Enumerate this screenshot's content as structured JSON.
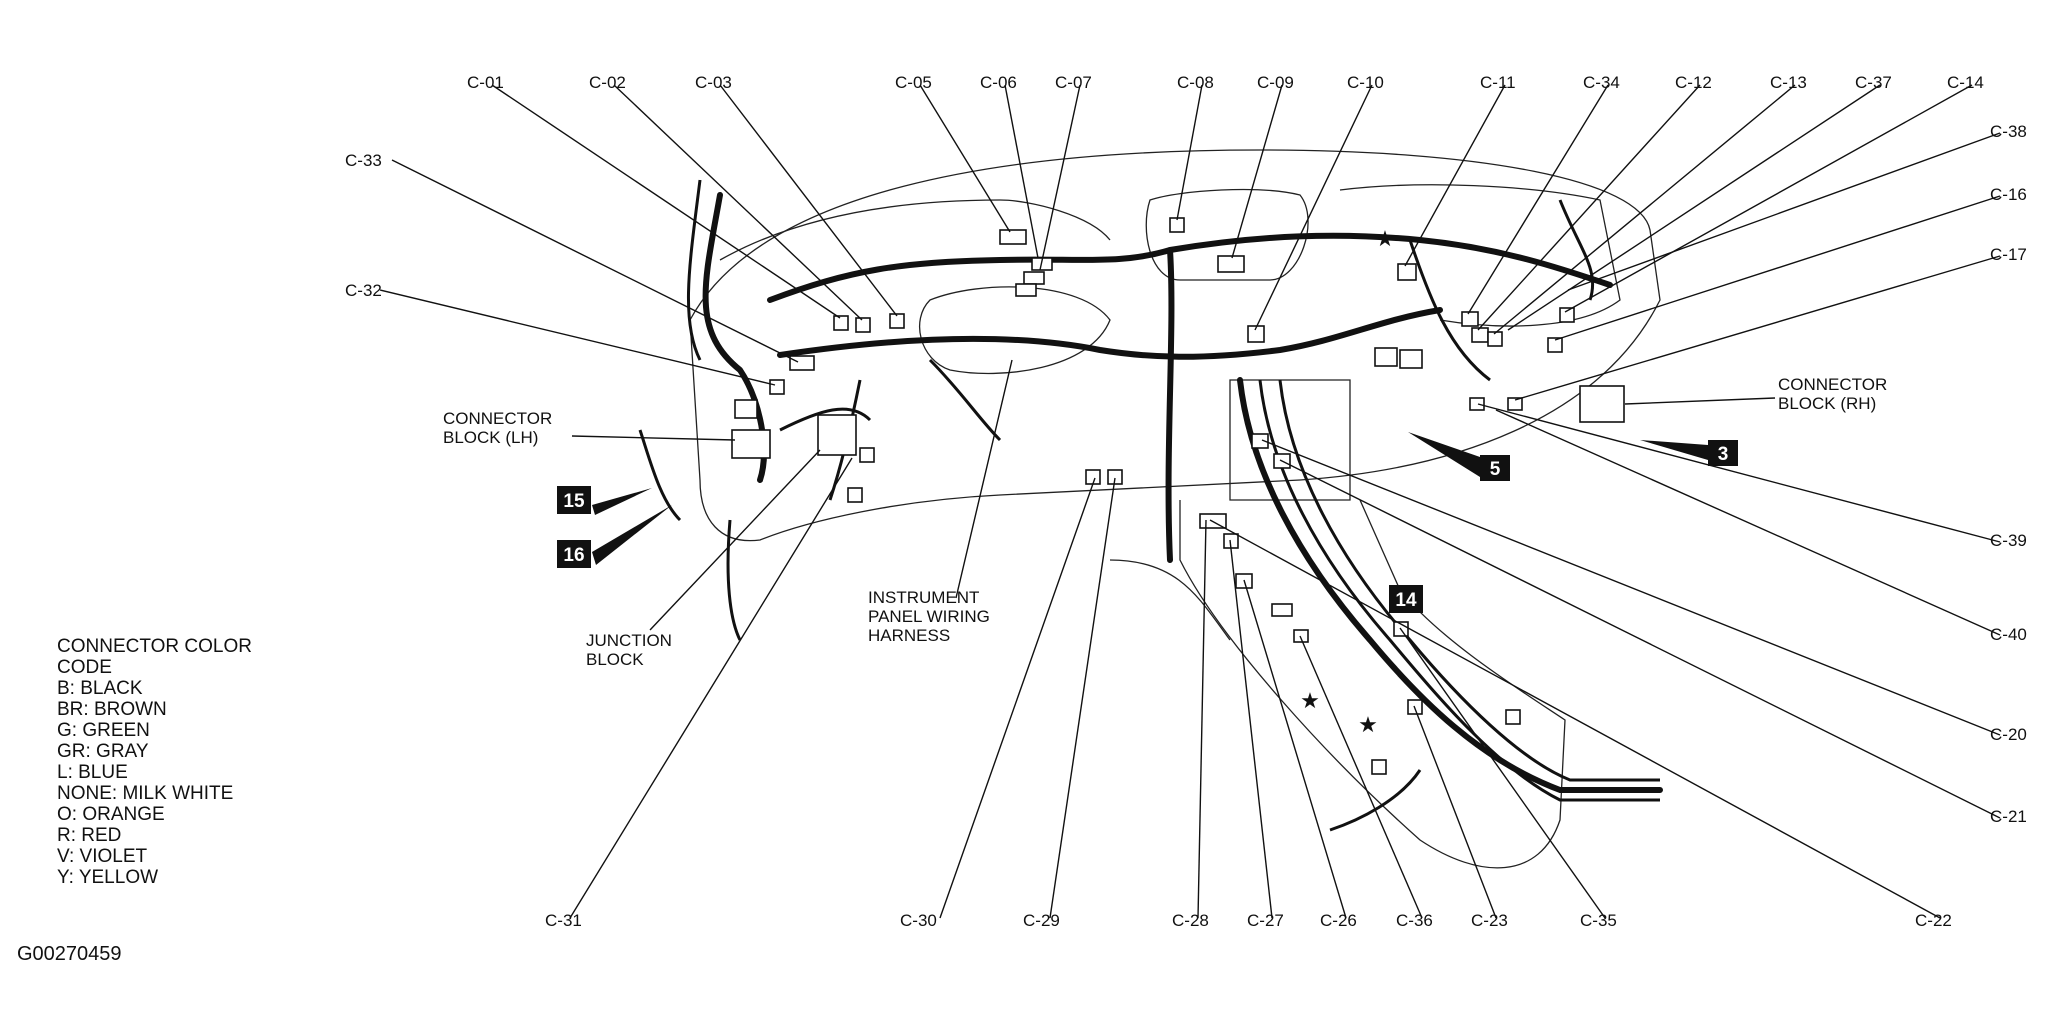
{
  "connector_labels": {
    "c01": "C-01",
    "c02": "C-02",
    "c03": "C-03",
    "c05": "C-05",
    "c06": "C-06",
    "c07": "C-07",
    "c08": "C-08",
    "c09": "C-09",
    "c10": "C-10",
    "c11": "C-11",
    "c34": "C-34",
    "c12": "C-12",
    "c13": "C-13",
    "c37": "C-37",
    "c14": "C-14",
    "c38": "C-38",
    "c16": "C-16",
    "c17": "C-17",
    "c33": "C-33",
    "c32": "C-32",
    "c39": "C-39",
    "c40": "C-40",
    "c20": "C-20",
    "c21": "C-21",
    "c22": "C-22",
    "c31": "C-31",
    "c30": "C-30",
    "c29": "C-29",
    "c28": "C-28",
    "c27": "C-27",
    "c26": "C-26",
    "c36": "C-36",
    "c23": "C-23",
    "c35": "C-35"
  },
  "block_labels": {
    "connector_block_lh": [
      "CONNECTOR",
      "BLOCK (LH)"
    ],
    "connector_block_rh": [
      "CONNECTOR",
      "BLOCK (RH)"
    ],
    "junction_block": [
      "JUNCTION",
      "BLOCK"
    ],
    "instrument_panel_harness": [
      "INSTRUMENT",
      "PANEL WIRING",
      "HARNESS"
    ]
  },
  "ground_badges": {
    "g15": "15",
    "g16": "16",
    "g5": "5",
    "g3": "3",
    "g14": "14"
  },
  "legend": {
    "title": [
      "CONNECTOR COLOR",
      "CODE"
    ],
    "items": [
      "B: BLACK",
      "BR: BROWN",
      "G: GREEN",
      "GR: GRAY",
      "L: BLUE",
      "NONE: MILK WHITE",
      "O: ORANGE",
      "R: RED",
      "V: VIOLET",
      "Y: YELLOW"
    ]
  },
  "figure_id": "G00270459"
}
